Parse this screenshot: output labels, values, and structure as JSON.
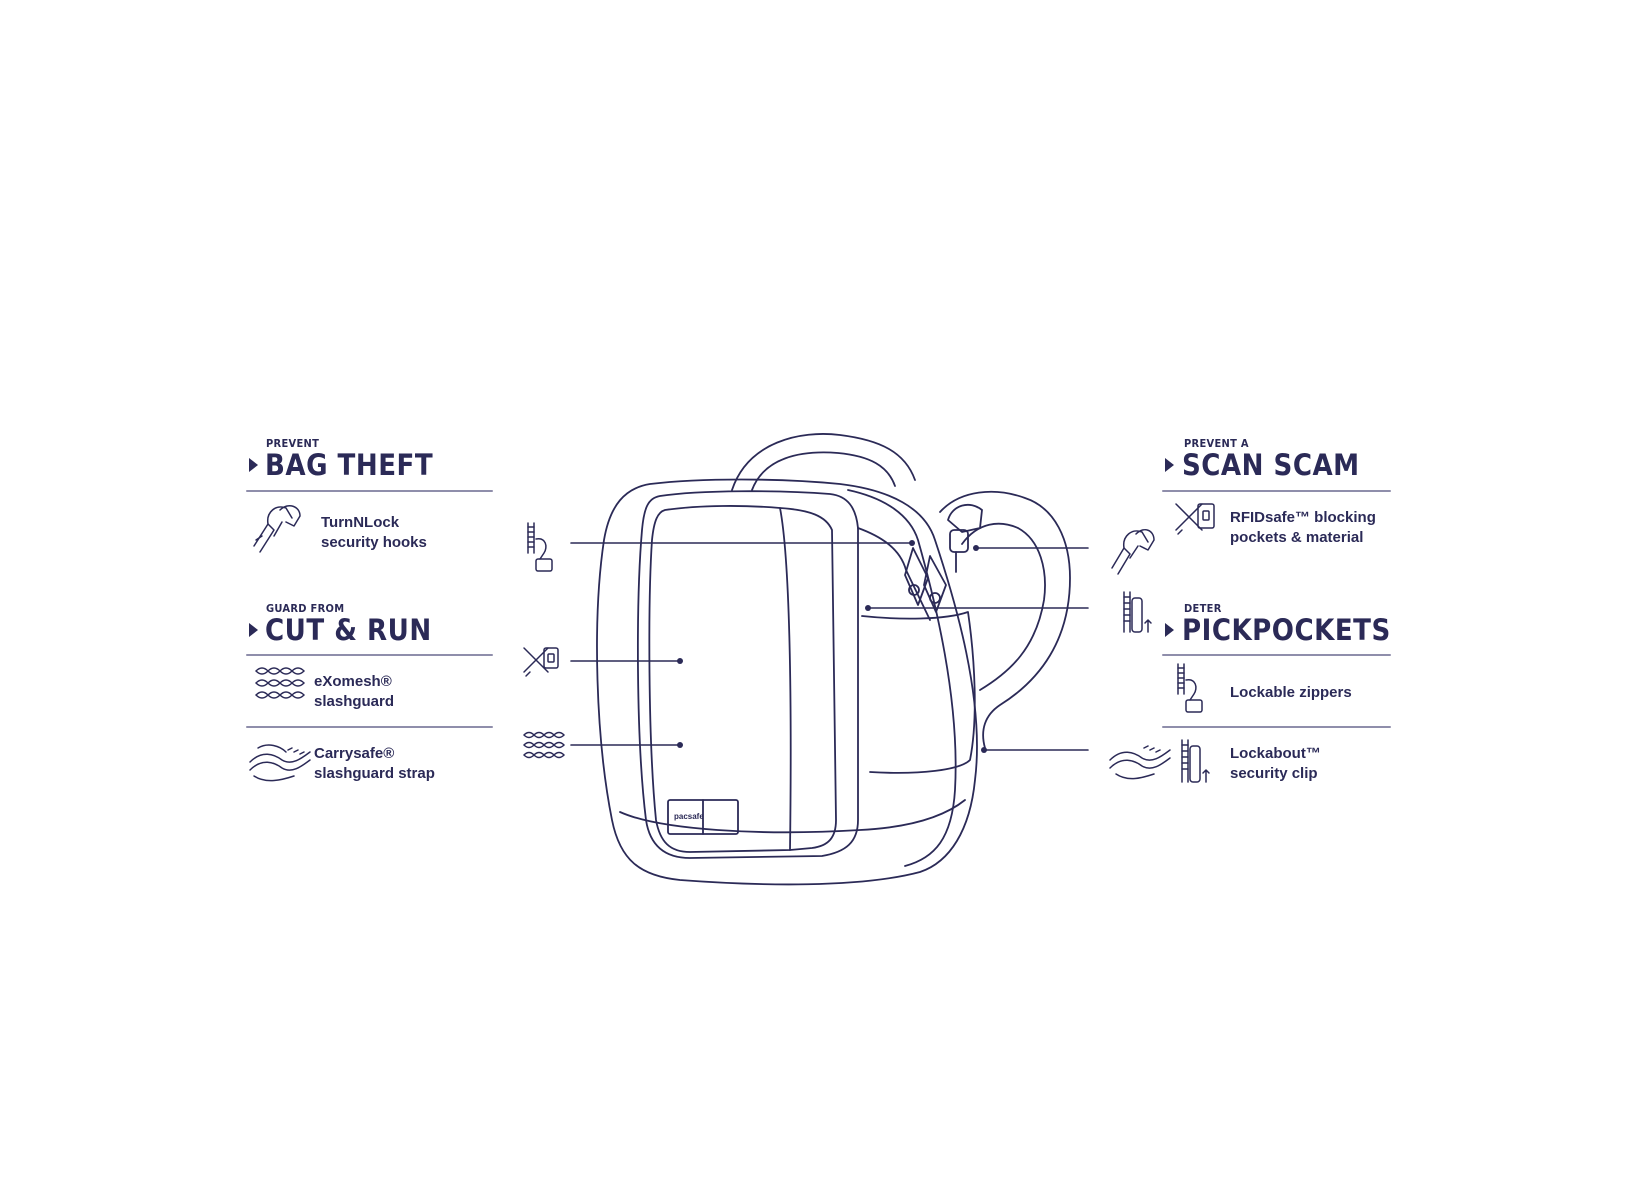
{
  "sections": {
    "bag_theft": {
      "kicker": "PREVENT",
      "headline": "BAG THEFT"
    },
    "cut_run": {
      "kicker": "GUARD FROM",
      "headline": "CUT & RUN"
    },
    "scan_scam": {
      "kicker": "PREVENT A",
      "headline": "SCAN SCAM"
    },
    "pickpockets": {
      "kicker": "DETER",
      "headline": "PICKPOCKETS"
    }
  },
  "features": {
    "turnnlock": {
      "line1": "TurnNLock",
      "line2": "security hooks",
      "icon": "hook-icon"
    },
    "exomesh": {
      "line1": "eXomesh®",
      "line2": "slashguard",
      "icon": "mesh-icon"
    },
    "carrysafe": {
      "line1": "Carrysafe®",
      "line2": "slashguard strap",
      "icon": "strap-icon"
    },
    "rfidsafe": {
      "line1": "RFIDsafe™ blocking",
      "line2": "pockets & material",
      "icon": "rfid-icon"
    },
    "lockable": {
      "line1": "Lockable zippers",
      "icon": "zipper-icon"
    },
    "lockabout": {
      "line1": "Lockabout™",
      "line2": "security clip",
      "icon": "clip-icon"
    }
  },
  "bag": {
    "brand": "pacsafe"
  },
  "colors": {
    "ink": "#2b2a57",
    "rule": "#8f8eab"
  }
}
